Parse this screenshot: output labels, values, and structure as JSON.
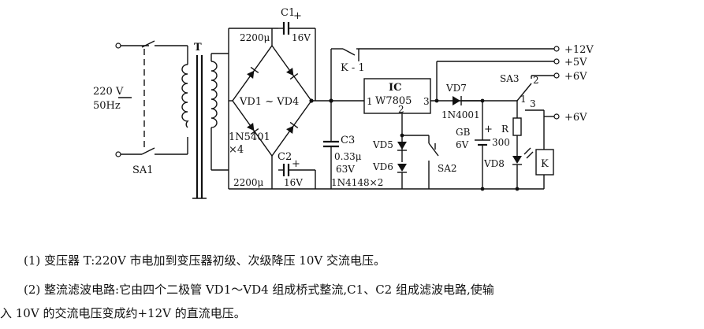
{
  "labels": {
    "mains_voltage": "220 V",
    "mains_freq": "50Hz",
    "sa1": "SA1",
    "transformer": "T",
    "c1": "C1",
    "c1_plus": "+",
    "c1_value": "2200μ",
    "c1_voltage": "16V",
    "c2": "C2",
    "c2_plus": "+",
    "c2_value": "2200μ",
    "c2_voltage": "16V",
    "bridge": "VD1 ~ VD4",
    "bridge_part": "1N5401",
    "bridge_qty": "×4",
    "relay_contact": "K - 1",
    "ic": "IC",
    "ic_part": "W7805",
    "ic_pin1": "1",
    "ic_pin2": "2",
    "ic_pin3": "3",
    "c3": "C3",
    "c3_value": "0.33μ",
    "c3_voltage": "63V",
    "vd5": "VD5",
    "vd6": "VD6",
    "vd56_part": "1N4148×2",
    "sa2": "SA2",
    "vd7": "VD7",
    "vd7_part": "1N4001",
    "gb": "GB",
    "gb_voltage": "6V",
    "gb_plus": "+",
    "gb_cap": "300",
    "vd8": "VD8",
    "sa3": "SA3",
    "sa3_pos1": "1",
    "sa3_pos2": "2",
    "sa3_pos3": "3",
    "r": "R",
    "k": "K",
    "out_12v": "+12V",
    "out_5v": "+5V",
    "out_6v_a": "+6V",
    "out_6v_b": "+6V"
  },
  "captions": {
    "line1": "(1) 变压器 T:220V 市电加到变压器初级、次级降压 10V 交流电压。",
    "line2": "(2) 整流滤波电路:它由四个二极管 VD1～VD4 组成桥式整流,C1、C2 组成滤波电路,使输",
    "line3": "入 10V 的交流电压变成约+12V 的直流电压。"
  }
}
